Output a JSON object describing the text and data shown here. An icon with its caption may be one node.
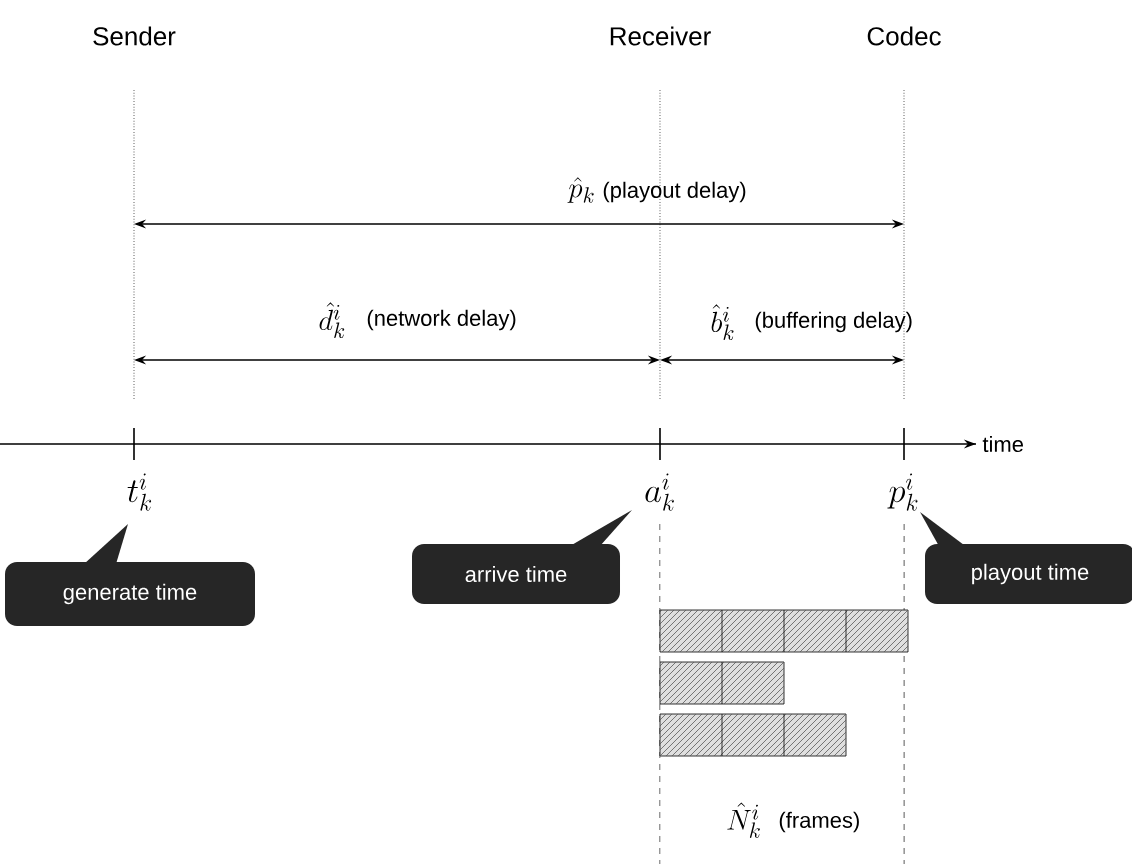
{
  "diagram": {
    "nodes": [
      {
        "text": [
          "Sender"
        ]
      },
      {
        "text": [
          "Receiver"
        ]
      },
      {
        "text": [
          "Codec"
        ]
      },
      {
        "text": [
          "generate time"
        ]
      },
      {
        "text": [
          "arrive time"
        ]
      },
      {
        "text": [
          "playout time"
        ]
      }
    ],
    "labels": [
      "\\hat{p}_k",
      "(playout delay)",
      "\\hat{d}^i_k",
      "(network delay)",
      "\\hat{b}^i_k",
      "(buffering delay)",
      "time",
      "t^i_k",
      "a^i_k",
      "p^i_k",
      "\\hat{N}^i_k",
      "(frames)"
    ]
  }
}
